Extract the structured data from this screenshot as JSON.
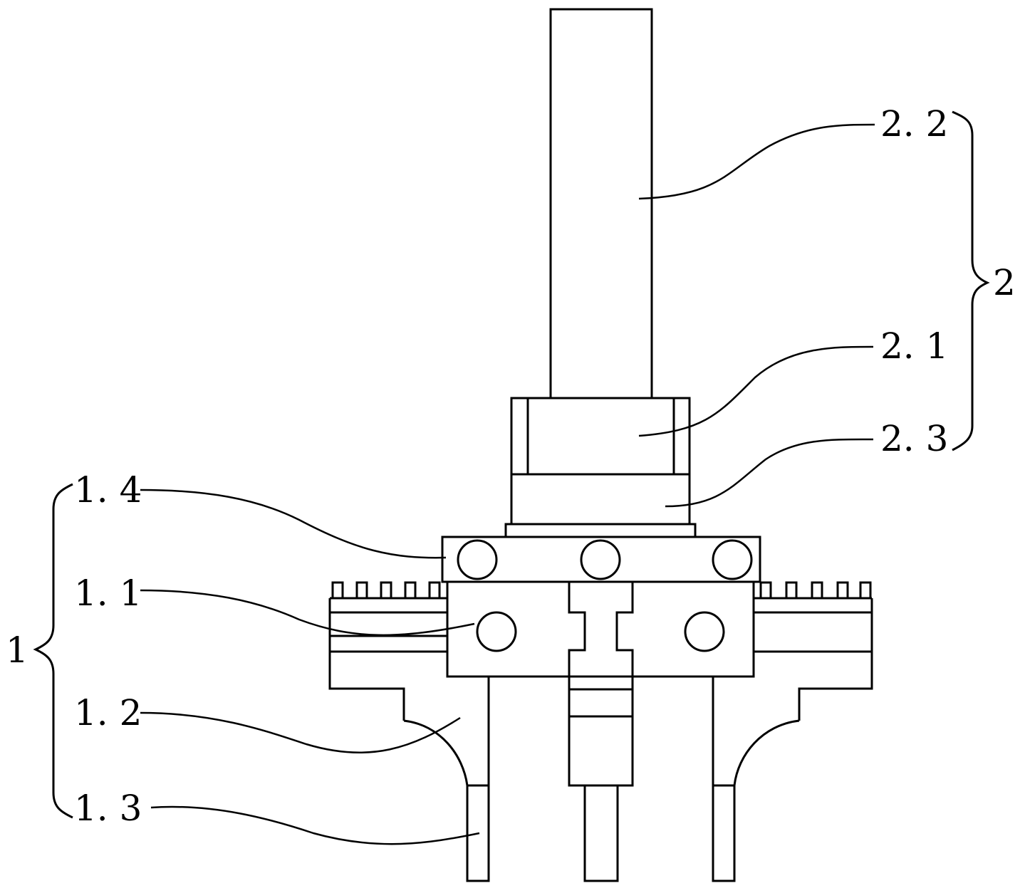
{
  "diagram": {
    "line_color": "#000000",
    "background": "#ffffff",
    "labels": {
      "l22": "2. 2",
      "l21": "2. 1",
      "l23": "2. 3",
      "l2": "2",
      "l14": "1. 4",
      "l11": "1. 1",
      "l12": "1. 2",
      "l13": "1. 3",
      "l1": "1"
    }
  }
}
